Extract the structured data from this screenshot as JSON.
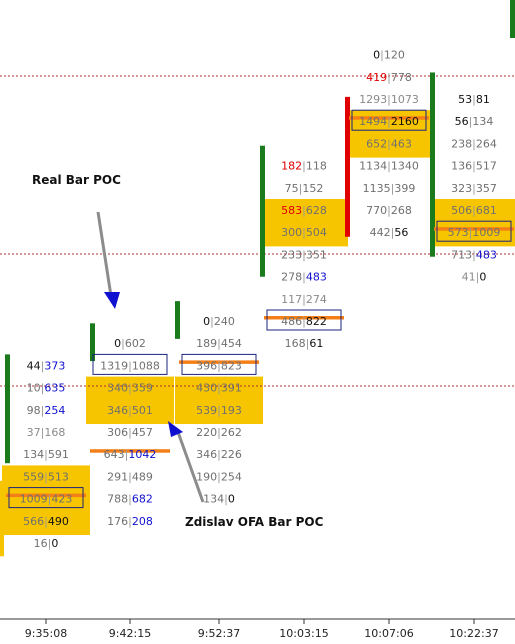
{
  "colors": {
    "value_area": "#F7C500",
    "poc_line": "#F57F17",
    "box": "#1A237E",
    "bull": "#1B7A1B",
    "bear": "#E00000",
    "text_gray": "#707070",
    "text_dark": "#111111",
    "text_blue": "#1010D0",
    "text_red": "#E00000",
    "text_light": "#8A8A8A",
    "dotted": "#B03030",
    "arrow_body": "#8C8C8C",
    "arrow_head": "#1010D0",
    "axis": "#333333"
  },
  "annotations": {
    "real_bar_poc": "Real Bar POC",
    "ofa_bar_poc": "Zdislav OFA Bar POC"
  },
  "chart_data": {
    "type": "footprint",
    "x_axis_labels": [
      "9:35:08",
      "9:42:15",
      "9:52:37",
      "10:03:15",
      "10:07:06",
      "10:22:37"
    ],
    "columns": [
      {
        "time": "9:35:08",
        "cells": [
          {
            "bid": "44",
            "ask": "373",
            "bc": "dark",
            "ac": "blue",
            "row": 12
          },
          {
            "bid": "10",
            "ask": "635",
            "bc": "gray",
            "ac": "blue",
            "row": 13
          },
          {
            "bid": "98",
            "ask": "254",
            "bc": "gray",
            "ac": "blue",
            "row": 14
          },
          {
            "bid": "37",
            "ask": "168",
            "bc": "light",
            "ac": "light",
            "row": 15
          },
          {
            "bid": "134",
            "ask": "591",
            "bc": "gray",
            "ac": "gray",
            "row": 16
          },
          {
            "bid": "559",
            "ask": "513",
            "bc": "gray",
            "ac": "gray",
            "row": 17
          },
          {
            "bid": "1009",
            "ask": "423",
            "bc": "gray",
            "ac": "gray",
            "row": 18,
            "boxed": true,
            "poc": true
          },
          {
            "bid": "566",
            "ask": "490",
            "bc": "gray",
            "ac": "dark",
            "row": 19
          },
          {
            "bid": "16",
            "ask": "0",
            "bc": "gray",
            "ac": "dark",
            "row": 20
          }
        ]
      },
      {
        "time": "9:42:15",
        "cells": [
          {
            "bid": "0",
            "ask": "602",
            "bc": "dark",
            "ac": "gray",
            "row": 11
          },
          {
            "bid": "1319",
            "ask": "1088",
            "bc": "gray",
            "ac": "gray",
            "row": 12,
            "boxed": true
          },
          {
            "bid": "340",
            "ask": "359",
            "bc": "gray",
            "ac": "gray",
            "row": 13
          },
          {
            "bid": "346",
            "ask": "501",
            "bc": "gray",
            "ac": "gray",
            "row": 14
          },
          {
            "bid": "306",
            "ask": "457",
            "bc": "gray",
            "ac": "gray",
            "row": 15
          },
          {
            "bid": "643",
            "ask": "1042",
            "bc": "gray",
            "ac": "blue",
            "row": 16,
            "poc": true
          },
          {
            "bid": "291",
            "ask": "489",
            "bc": "gray",
            "ac": "gray",
            "row": 17
          },
          {
            "bid": "788",
            "ask": "682",
            "bc": "gray",
            "ac": "blue",
            "row": 18
          },
          {
            "bid": "176",
            "ask": "208",
            "bc": "gray",
            "ac": "blue",
            "row": 19
          }
        ]
      },
      {
        "time": "9:52:37",
        "cells": [
          {
            "bid": "0",
            "ask": "240",
            "bc": "dark",
            "ac": "gray",
            "row": 10
          },
          {
            "bid": "189",
            "ask": "454",
            "bc": "gray",
            "ac": "gray",
            "row": 11
          },
          {
            "bid": "396",
            "ask": "823",
            "bc": "gray",
            "ac": "gray",
            "row": 12,
            "boxed": true,
            "poc": true
          },
          {
            "bid": "430",
            "ask": "391",
            "bc": "gray",
            "ac": "gray",
            "row": 13
          },
          {
            "bid": "539",
            "ask": "193",
            "bc": "gray",
            "ac": "gray",
            "row": 14
          },
          {
            "bid": "220",
            "ask": "262",
            "bc": "gray",
            "ac": "gray",
            "row": 15
          },
          {
            "bid": "346",
            "ask": "226",
            "bc": "gray",
            "ac": "gray",
            "row": 16
          },
          {
            "bid": "190",
            "ask": "254",
            "bc": "gray",
            "ac": "gray",
            "row": 17
          },
          {
            "bid": "134",
            "ask": "0",
            "bc": "gray",
            "ac": "dark",
            "row": 18
          }
        ]
      },
      {
        "time": "10:03:15",
        "cells": [
          {
            "bid": "182",
            "ask": "118",
            "bc": "red",
            "ac": "gray",
            "row": 3
          },
          {
            "bid": "75",
            "ask": "152",
            "bc": "gray",
            "ac": "gray",
            "row": 4
          },
          {
            "bid": "583",
            "ask": "628",
            "bc": "red",
            "ac": "gray",
            "row": 5
          },
          {
            "bid": "300",
            "ask": "504",
            "bc": "gray",
            "ac": "gray",
            "row": 6
          },
          {
            "bid": "233",
            "ask": "351",
            "bc": "gray",
            "ac": "gray",
            "row": 7
          },
          {
            "bid": "278",
            "ask": "483",
            "bc": "gray",
            "ac": "blue",
            "row": 8
          },
          {
            "bid": "117",
            "ask": "274",
            "bc": "light",
            "ac": "light",
            "row": 9
          },
          {
            "bid": "486",
            "ask": "822",
            "bc": "gray",
            "ac": "dark",
            "row": 10,
            "boxed": true,
            "poc": true
          },
          {
            "bid": "168",
            "ask": "61",
            "bc": "gray",
            "ac": "dark",
            "row": 11
          }
        ]
      },
      {
        "time": "10:07:06",
        "cells": [
          {
            "bid": "0",
            "ask": "120",
            "bc": "dark",
            "ac": "gray",
            "row": -2
          },
          {
            "bid": "419",
            "ask": "778",
            "bc": "red",
            "ac": "gray",
            "row": -1
          },
          {
            "bid": "1293",
            "ask": "1073",
            "bc": "light",
            "ac": "light",
            "row": 0
          },
          {
            "bid": "1494",
            "ask": "2160",
            "bc": "gray",
            "ac": "dark",
            "row": 1,
            "boxed": true,
            "poc": true
          },
          {
            "bid": "652",
            "ask": "463",
            "bc": "gray",
            "ac": "gray",
            "row": 2
          },
          {
            "bid": "1134",
            "ask": "1340",
            "bc": "gray",
            "ac": "gray",
            "row": 3
          },
          {
            "bid": "1135",
            "ask": "399",
            "bc": "gray",
            "ac": "gray",
            "row": 4
          },
          {
            "bid": "770",
            "ask": "268",
            "bc": "gray",
            "ac": "gray",
            "row": 5
          },
          {
            "bid": "442",
            "ask": "56",
            "bc": "gray",
            "ac": "dark",
            "row": 6
          }
        ]
      },
      {
        "time": "10:22:37",
        "cells": [
          {
            "bid": "53",
            "ask": "81",
            "bc": "dark",
            "ac": "dark",
            "row": 0
          },
          {
            "bid": "56",
            "ask": "134",
            "bc": "dark",
            "ac": "gray",
            "row": 1
          },
          {
            "bid": "238",
            "ask": "264",
            "bc": "gray",
            "ac": "gray",
            "row": 2
          },
          {
            "bid": "136",
            "ask": "517",
            "bc": "gray",
            "ac": "gray",
            "row": 3
          },
          {
            "bid": "323",
            "ask": "357",
            "bc": "gray",
            "ac": "gray",
            "row": 4
          },
          {
            "bid": "506",
            "ask": "681",
            "bc": "gray",
            "ac": "gray",
            "row": 5
          },
          {
            "bid": "573",
            "ask": "1009",
            "bc": "gray",
            "ac": "gray",
            "row": 6,
            "boxed": true,
            "poc": true
          },
          {
            "bid": "713",
            "ask": "483",
            "bc": "gray",
            "ac": "blue",
            "row": 7
          },
          {
            "bid": "41",
            "ask": "0",
            "bc": "light",
            "ac": "dark",
            "row": 8
          }
        ]
      }
    ]
  }
}
